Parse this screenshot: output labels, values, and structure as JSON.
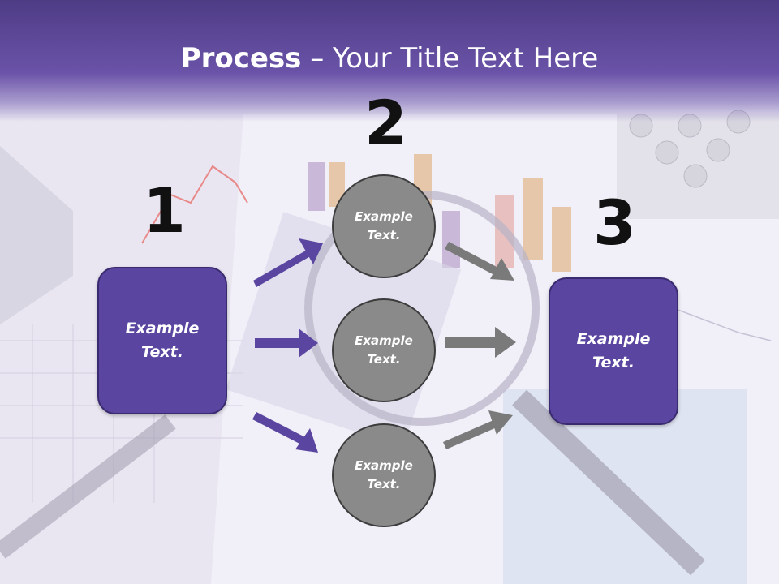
{
  "title": {
    "bold": "Process",
    "rest": " – Your Title Text Here"
  },
  "steps": {
    "one": "1",
    "two": "2",
    "three": "3"
  },
  "left_box": {
    "line1": "Example",
    "line2": "Text."
  },
  "right_box": {
    "line1": "Example",
    "line2": "Text."
  },
  "circles": [
    {
      "line1": "Example",
      "line2": "Text."
    },
    {
      "line1": "Example",
      "line2": "Text."
    },
    {
      "line1": "Example",
      "line2": "Text."
    }
  ],
  "colors": {
    "accent": "#5a46a0",
    "circle": "#8a8a8a",
    "arrow_purple": "#5a46a0",
    "arrow_gray": "#7a7a7a"
  }
}
